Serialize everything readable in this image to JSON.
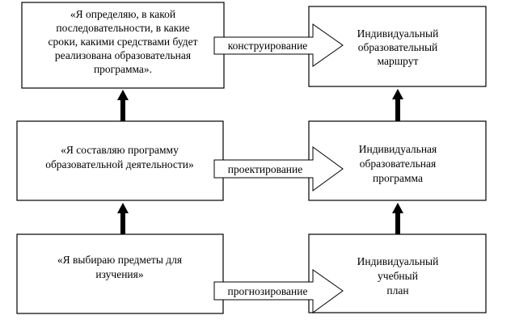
{
  "left_boxes": [
    {
      "lines": [
        "«Я определяю, в какой",
        "последовательности, в какие",
        "сроки, какими средствами будет",
        "реализована образовательная",
        "программа»."
      ]
    },
    {
      "lines": [
        "«Я составляю программу",
        "образовательной деятельности»"
      ]
    },
    {
      "lines": [
        "«Я выбираю предметы для",
        "изучения»"
      ]
    }
  ],
  "right_boxes": [
    {
      "lines": [
        "Индивидуальный",
        "образовательный",
        "маршрут"
      ]
    },
    {
      "lines": [
        "Индивидуальная",
        "образовательная",
        "программа"
      ]
    },
    {
      "lines": [
        "Индивидуальный",
        "учебный",
        "план"
      ]
    }
  ],
  "arrows": [
    {
      "label": "конструирование"
    },
    {
      "label": "проектирование"
    },
    {
      "label": "прогнозирование"
    }
  ]
}
